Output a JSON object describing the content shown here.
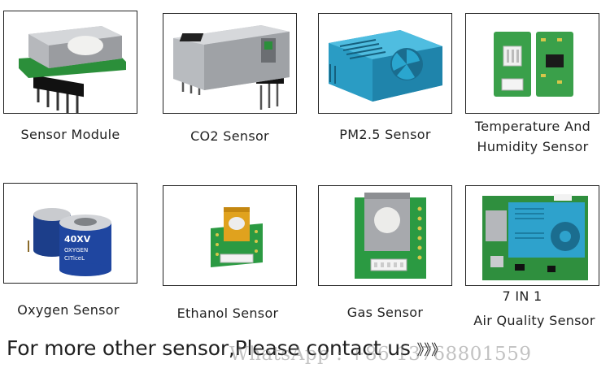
{
  "products": [
    {
      "label": "Sensor Module",
      "icon": "sensor-module-icon"
    },
    {
      "label": "CO2 Sensor",
      "icon": "co2-sensor-icon"
    },
    {
      "label": "PM2.5 Sensor",
      "icon": "pm25-sensor-icon"
    },
    {
      "label_line1": "Temperature And",
      "label_line2": "Humidity Sensor",
      "icon": "temperature-humidity-sensor-icon"
    },
    {
      "label": "Oxygen Sensor",
      "icon": "oxygen-sensor-icon",
      "marking1": "40XV",
      "marking2": "OXYGEN",
      "marking3": "CITiceL"
    },
    {
      "label": "Ethanol Sensor",
      "icon": "ethanol-sensor-icon"
    },
    {
      "label": "Gas Sensor",
      "icon": "gas-sensor-icon"
    },
    {
      "label_line1": "7 IN 1",
      "label_line2": "Air Quality Sensor",
      "icon": "air-quality-sensor-icon"
    }
  ],
  "footer": {
    "text": "For more other sensor,Please contact us",
    "arrows": "》》》",
    "watermark": "WhatsApp : +86 13768801559"
  },
  "colors": {
    "pcb_green": "#1f8a3a",
    "module_blue": "#2aa0c8",
    "metal_grey": "#a9abaf",
    "text": "#222222"
  }
}
